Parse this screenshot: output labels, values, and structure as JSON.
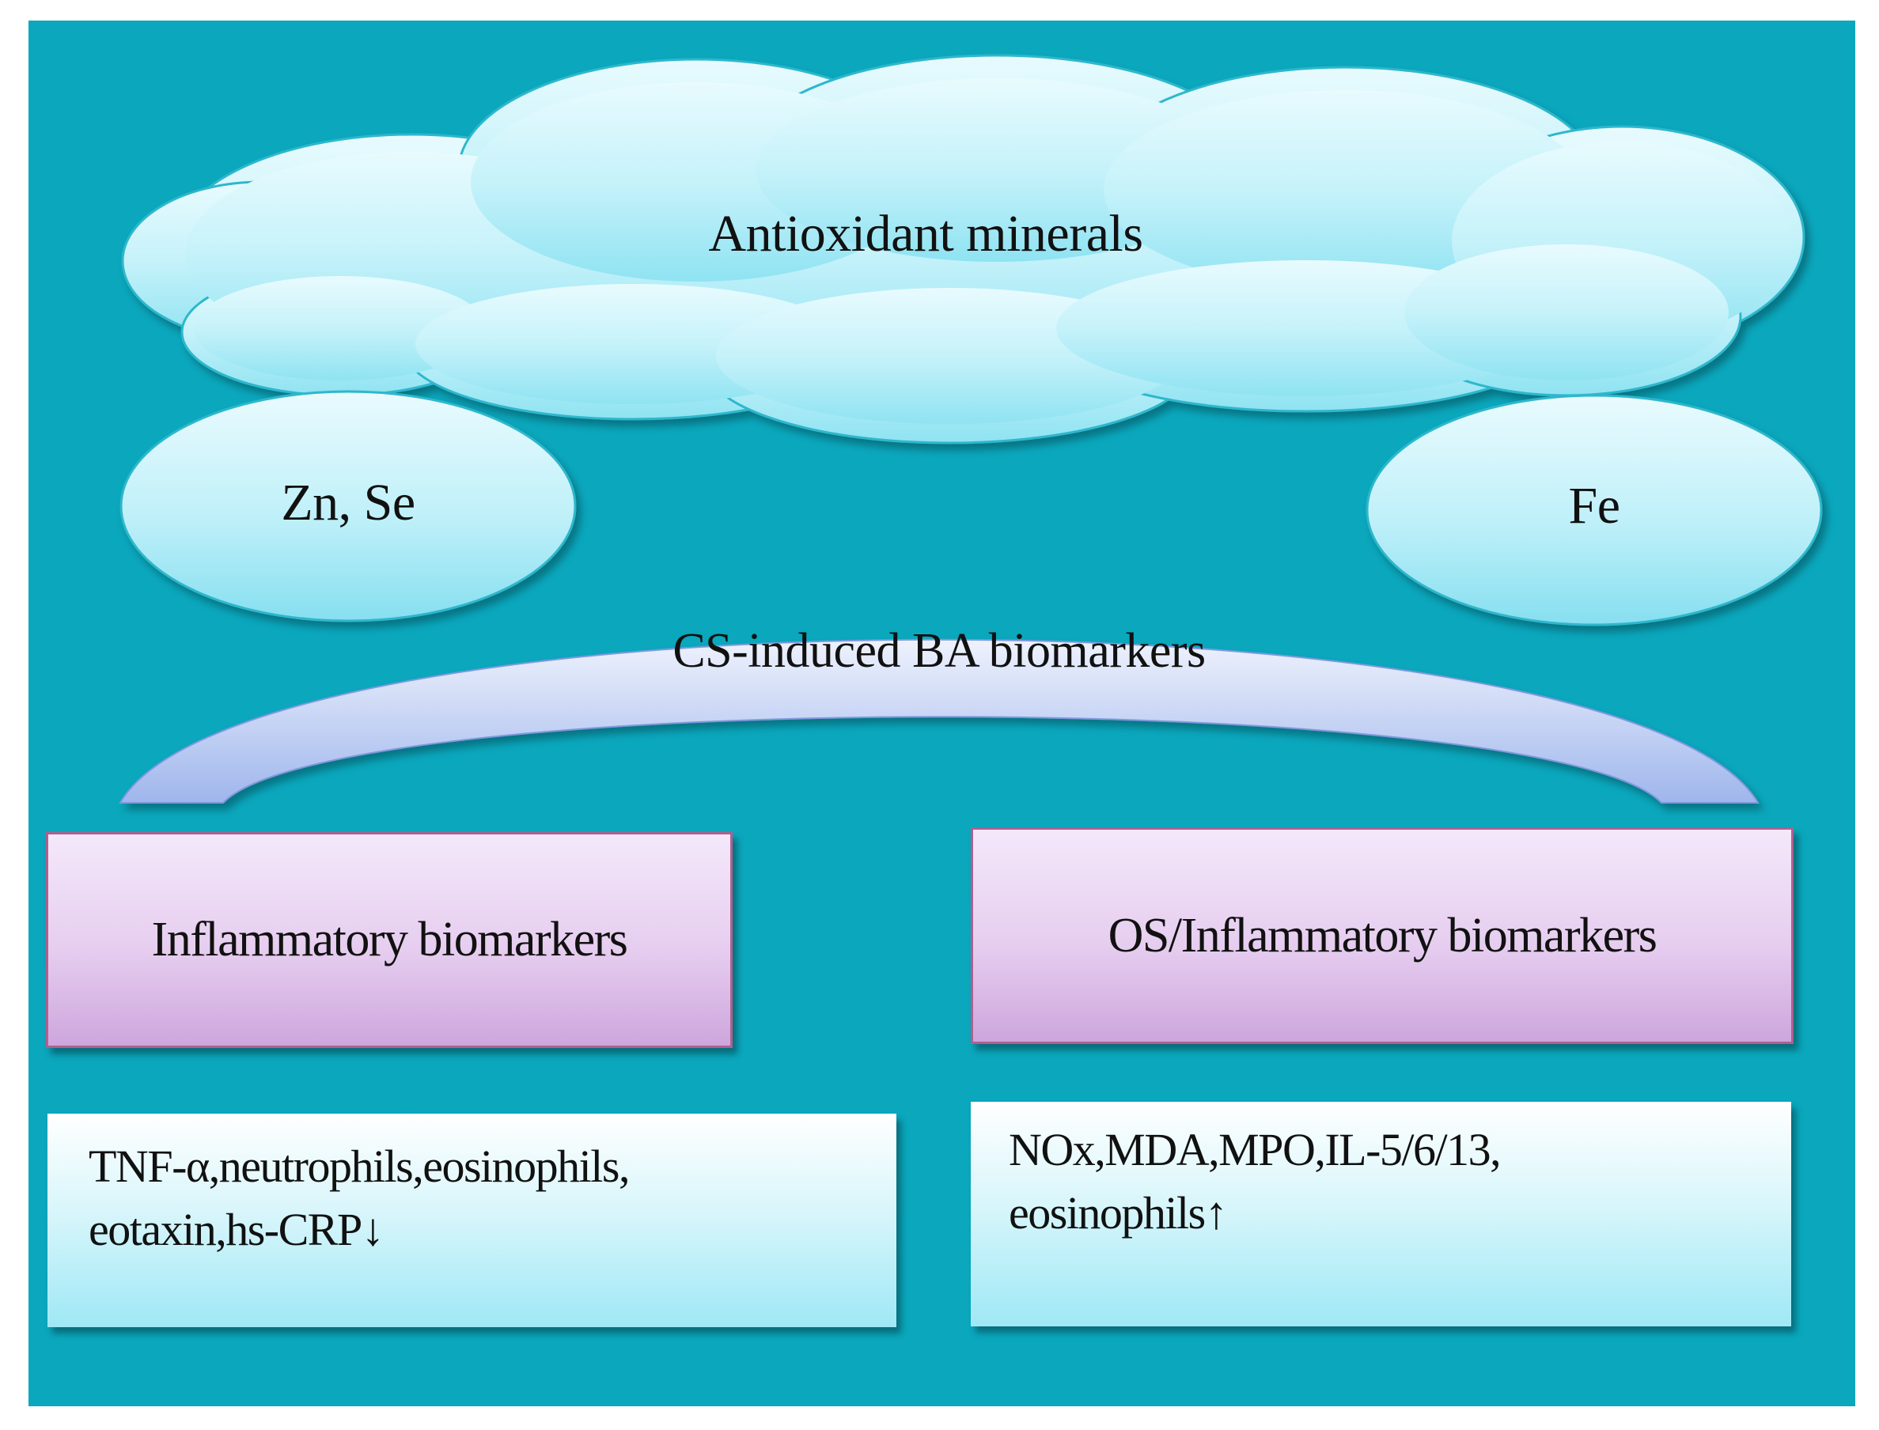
{
  "diagram": {
    "cloud_label": "Antioxidant minerals",
    "left_ellipse_label": "Zn, Se",
    "right_ellipse_label": "Fe",
    "arc_label": "CS-induced BA biomarkers",
    "left_box": {
      "title": "Inflammatory biomarkers",
      "items_line1": "TNF-α,neutrophils,eosinophils,",
      "items_line2": "eotaxin,hs-CRP↓"
    },
    "right_box": {
      "title": "OS/Inflammatory biomarkers",
      "items_line1": "NOx,MDA,MPO,IL-5/6/13,",
      "items_line2": "eosinophils↑"
    }
  },
  "colors": {
    "background": "#0aa7bd",
    "cloud_fill": "#c9f3fb",
    "purple_box": "#e6cdef",
    "arc_fill": "#c8d4f5"
  }
}
